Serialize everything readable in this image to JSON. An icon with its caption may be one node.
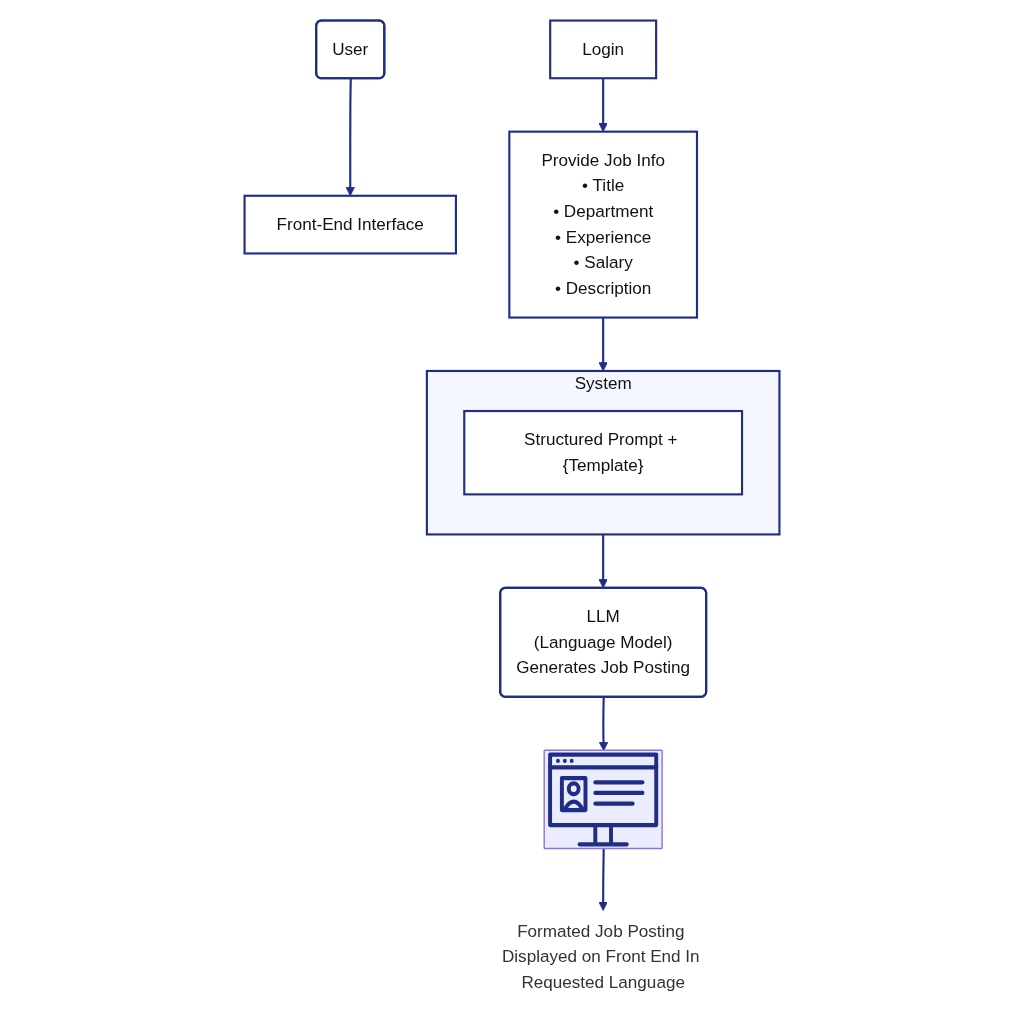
{
  "diagram": {
    "nodes": [
      {
        "text": [
          "User"
        ]
      },
      {
        "text": [
          "Front-End Interface"
        ]
      },
      {
        "text": [
          "Login"
        ]
      },
      {
        "text": [
          "Provide Job Info",
          "• Title",
          "• Department",
          "• Experience",
          "• Salary",
          "• Description"
        ]
      },
      {
        "text": [
          "System"
        ]
      },
      {
        "text": [
          "Structured Prompt + {Template}"
        ],
        "in": 4
      },
      {
        "text": [
          "LLM",
          "(Language Model)",
          "Generates Job Posting"
        ]
      },
      {
        "text": [],
        "shape": "picture"
      },
      {
        "text": [
          "Formated Job Posting Displayed on Front End In Requested Language"
        ]
      }
    ],
    "edges": [
      {
        "from": 0,
        "to": 1,
        "arrow": "to"
      },
      {
        "from": 2,
        "to": 3,
        "arrow": "to"
      },
      {
        "from": 3,
        "to": 4,
        "arrow": "to"
      },
      {
        "from": 4,
        "to": 6,
        "arrow": "to"
      },
      {
        "from": 6,
        "to": 7,
        "arrow": "to"
      },
      {
        "from": 7,
        "to": 8,
        "arrow": "to"
      }
    ]
  }
}
